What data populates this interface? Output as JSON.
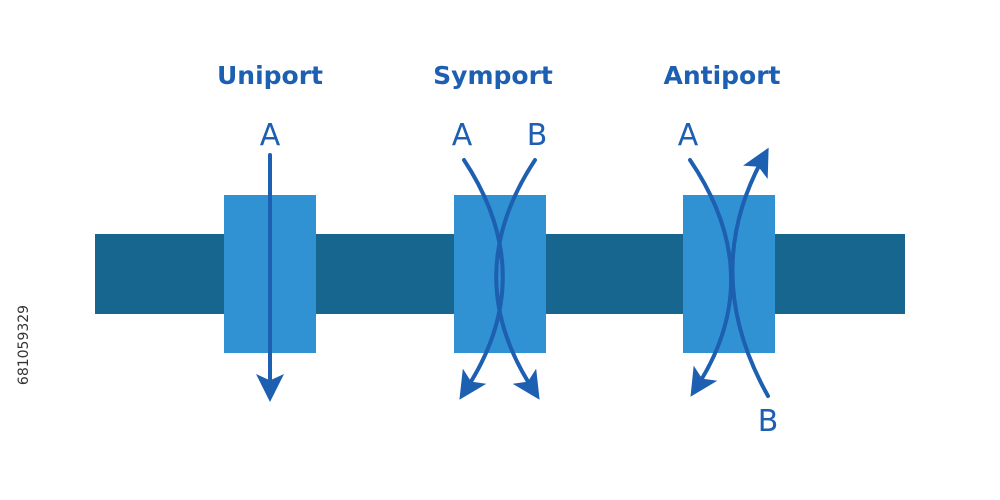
{
  "colors": {
    "membrane": "#17668f",
    "protein": "#3192d3",
    "arrow": "#1d5fb0",
    "text": "#1d5fb0",
    "stock_id": "#333333"
  },
  "uniport": {
    "title": "Uniport",
    "molecule_a": "A"
  },
  "symport": {
    "title": "Symport",
    "molecule_a": "A",
    "molecule_b": "B"
  },
  "antiport": {
    "title": "Antiport",
    "molecule_a": "A",
    "molecule_b": "B"
  },
  "stock_id": "681059329"
}
